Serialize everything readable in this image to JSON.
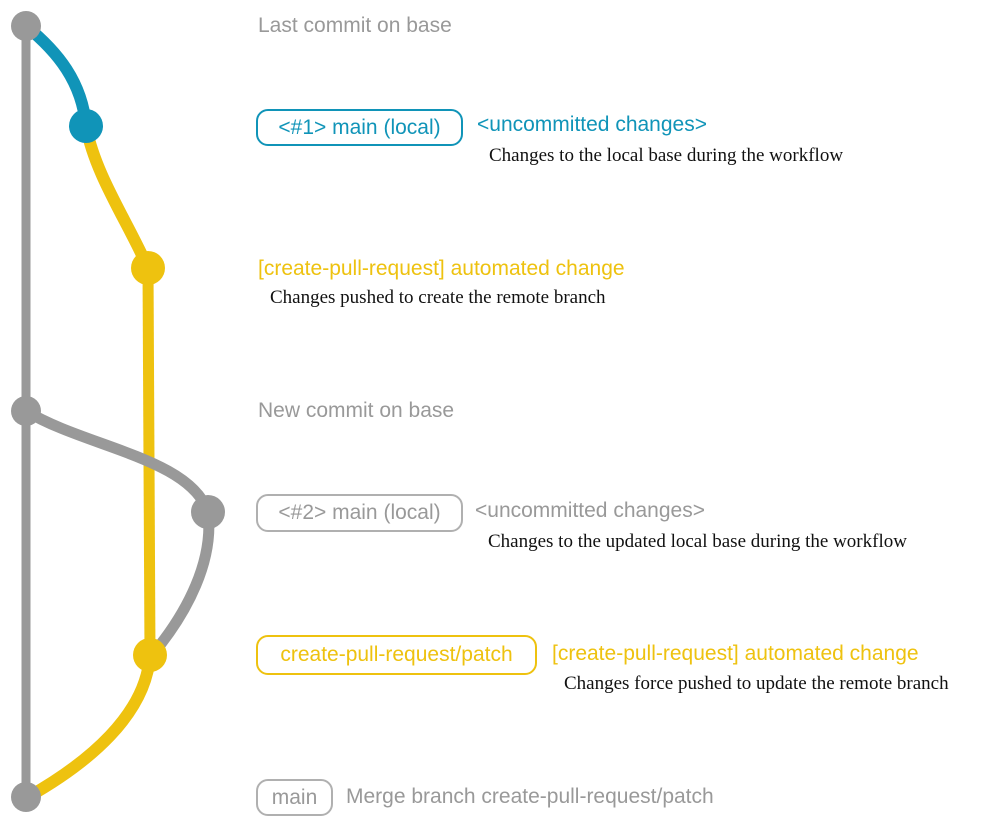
{
  "colors": {
    "teal": "#1094b8",
    "yellow": "#eec20f",
    "gray": "#999999",
    "border-gray": "#b0b0b0",
    "ink": "#111111",
    "bg": "#ffffff"
  },
  "sections": {
    "base_top": {
      "text": "Last commit on base"
    },
    "local1": {
      "badge": "<#1> main (local)",
      "status": "<uncommitted changes>",
      "caption": "Changes to the local base during the workflow"
    },
    "patch_commit1": {
      "message": "[create-pull-request] automated change",
      "caption": "Changes pushed to create the remote branch"
    },
    "base_new": {
      "text": "New commit on base"
    },
    "local2": {
      "badge": "<#2> main (local)",
      "status": "<uncommitted changes>",
      "caption": "Changes to the updated local base during the workflow"
    },
    "patch_commit2": {
      "badge": "create-pull-request/patch",
      "message": "[create-pull-request] automated change",
      "caption": "Changes force pushed to update the remote branch"
    },
    "merge": {
      "badge": "main",
      "message": "Merge branch create-pull-request/patch"
    }
  }
}
